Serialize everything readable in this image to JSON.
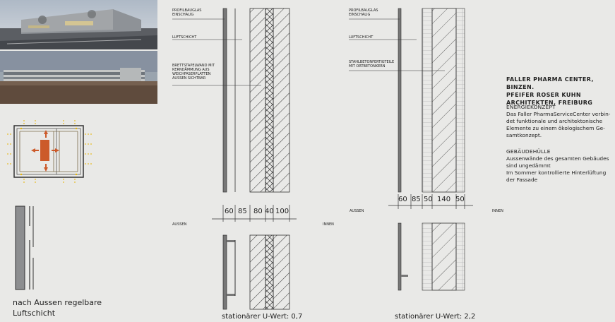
{
  "diagram_a": {
    "labels": [
      "PROFILBAUGLAS EINSCHALIG",
      "LUFTSCHICHT",
      "BRETTSTAPELWAND MIT KERNDÄMMUNG AUS WEICHFASERPLATTEN AUSSEN SICHTBAR"
    ],
    "dimensions": [
      "60",
      "85",
      "80",
      "40",
      "100"
    ],
    "side_outside": "AUSSEN",
    "side_inside": "INNEN",
    "caption": "stationärer U-Wert: 0,7"
  },
  "diagram_b": {
    "labels": [
      "PROFILBAUGLAS EINSCHALIG",
      "LUFTSCHICHT",
      "STAHLBETONFERTIGTEILE MIT ORTBETONKERN"
    ],
    "dimensions": [
      "60",
      "85",
      "50",
      "140",
      "50"
    ],
    "side_outside": "AUSSEN",
    "side_inside": "INNEN",
    "caption": "stationärer U-Wert: 2,2"
  },
  "text_panel": {
    "title_line1": "FALLER PHARMA CENTER, BINZEN.",
    "title_line2": "PFEIFER ROSER KUHN",
    "title_line3": "ARCHITEKTEN, FREIBURG",
    "section1_heading": "ENERGIEKONZEPT",
    "section1_line1": "Das Faller PharmaServiceCenter verbin-",
    "section1_line2": "det funktionale und architektonische",
    "section1_line3": "Elemente zu einem ökologischem Ge-",
    "section1_line4": "samtkonzept.",
    "section2_heading": "GEBÄUDEHÜLLE",
    "section2_line1": "Aussenwände des gesamten Gebäudes",
    "section2_line2": "sind ungedämmt",
    "section2_line3": "Im Sommer kontrollierte Hinterlüftung",
    "section2_line4": "der Fassade"
  },
  "small_diagram": {
    "caption_line1": "nach Aussen regelbare",
    "caption_line2": "Luftschicht"
  },
  "colors": {
    "background": "#e9e9e7",
    "arrow": "#cc5a2a",
    "heat_dash": "#e8b400",
    "ink": "#222222"
  }
}
